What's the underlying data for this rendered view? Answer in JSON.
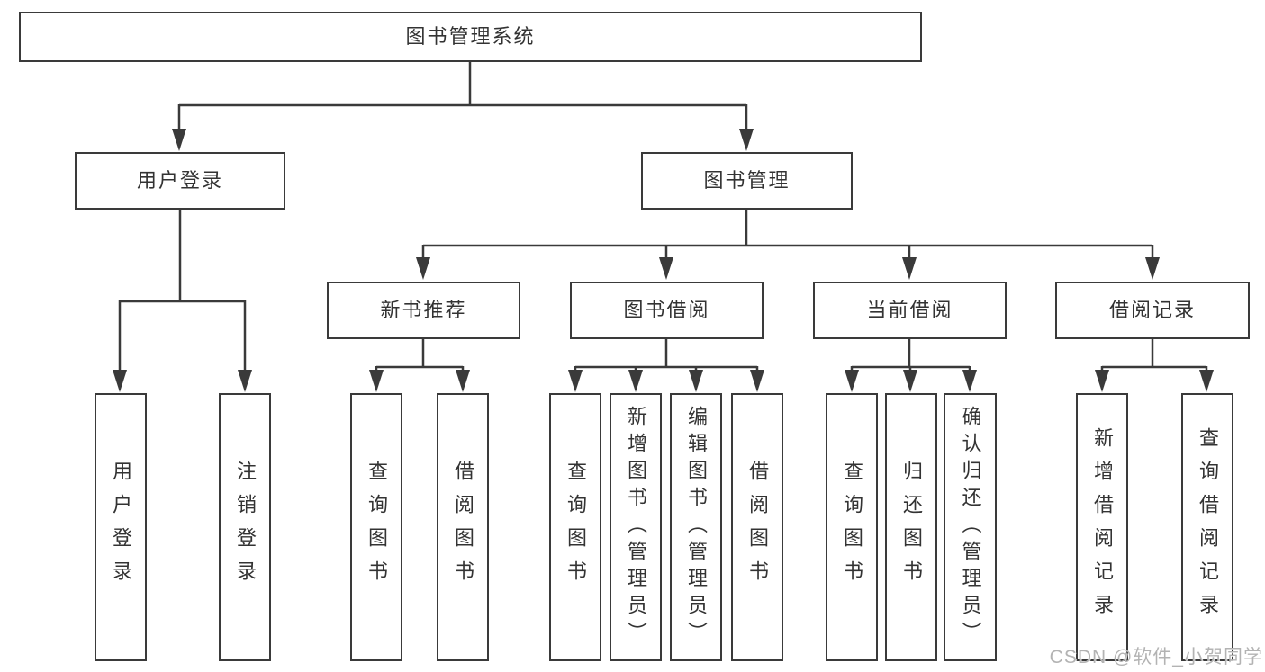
{
  "diagram": {
    "root": "图书管理系统",
    "user_login": {
      "label": "用户登录",
      "children": [
        "用户登录",
        "注销登录"
      ]
    },
    "book_management": {
      "label": "图书管理",
      "sections": {
        "new_book_recommend": {
          "label": "新书推荐",
          "children": [
            "查询图书",
            "借阅图书"
          ]
        },
        "book_borrowing": {
          "label": "图书借阅",
          "children": [
            "查询图书",
            "新增图书（管理员）",
            "编辑图书（管理员）",
            "借阅图书"
          ]
        },
        "current_borrowing": {
          "label": "当前借阅",
          "children": [
            "查询图书",
            "归还图书",
            "确认归还（管理员）"
          ]
        },
        "borrowing_records": {
          "label": "借阅记录",
          "children": [
            "新增借阅记录",
            "查询借阅记录"
          ]
        }
      }
    }
  },
  "watermark": "CSDN @软件_小贺同学",
  "colors": {
    "line": "#3a3a3a",
    "text": "#333333",
    "box_background": "#ffffff",
    "watermark": "#b3b3b3",
    "background": "#ffffff"
  }
}
